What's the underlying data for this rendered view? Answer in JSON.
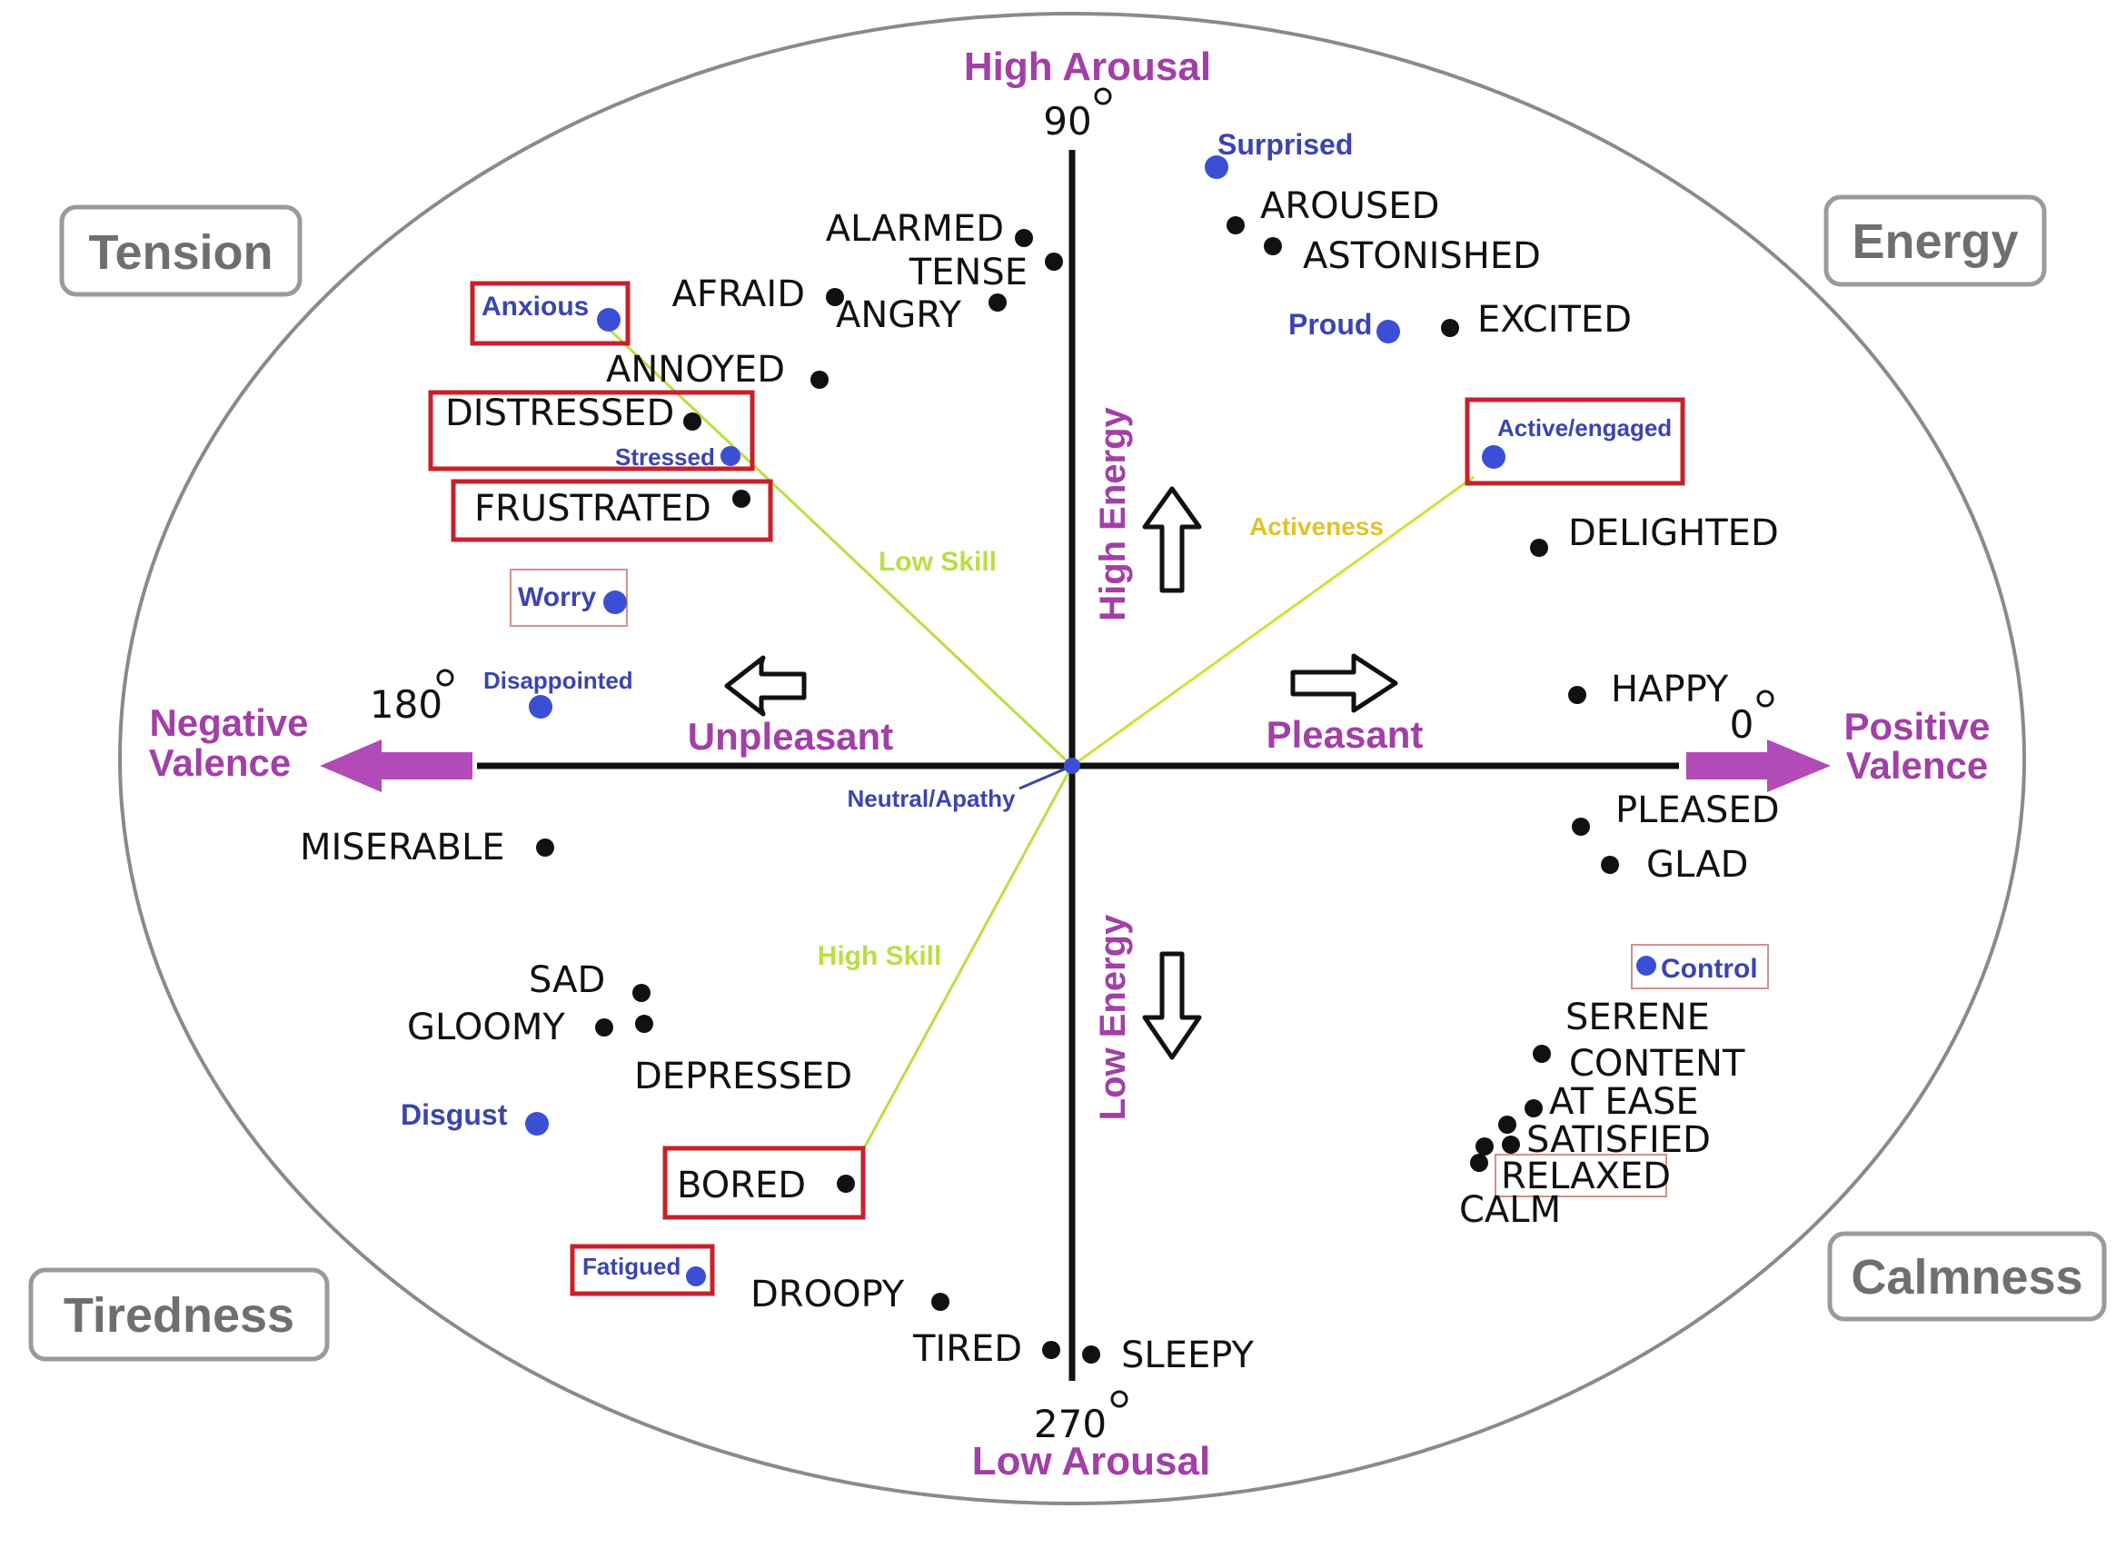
{
  "axes": {
    "top": "High Arousal",
    "bottom": "Low Arousal",
    "left_line1": "Negative",
    "left_line2": "Valence",
    "right_line1": "Positive",
    "right_line2": "Valence",
    "deg_top": "90",
    "deg_left": "180",
    "deg_right": "0",
    "deg_bottom": "270"
  },
  "directions": {
    "unpleasant": "Unpleasant",
    "pleasant": "Pleasant",
    "high_energy": "High Energy",
    "low_energy": "Low Energy"
  },
  "corners": {
    "tension": "Tension",
    "energy": "Energy",
    "tiredness": "Tiredness",
    "calmness": "Calmness"
  },
  "skills": {
    "low_skill": "Low Skill",
    "high_skill": "High Skill",
    "activeness": "Activeness"
  },
  "center_label": "Neutral/Apathy",
  "emotions": {
    "alarmed": "ALARMED",
    "tense": "TENSE",
    "afraid": "AFRAID",
    "angry": "ANGRY",
    "annoyed": "ANNOYED",
    "distressed": "DISTRESSED",
    "frustrated": "FRUSTRATED",
    "aroused": "AROUSED",
    "astonished": "ASTONISHED",
    "excited": "EXCITED",
    "delighted": "DELIGHTED",
    "happy": "HAPPY",
    "pleased": "PLEASED",
    "glad": "GLAD",
    "serene": "SERENE",
    "content": "CONTENT",
    "at_ease": "AT EASE",
    "satisfied": "SATISFIED",
    "relaxed": "RELAXED",
    "calm": "CALM",
    "miserable": "MISERABLE",
    "sad": "SAD",
    "gloomy": "GLOOMY",
    "depressed": "DEPRESSED",
    "bored": "BORED",
    "droopy": "DROOPY",
    "tired": "TIRED",
    "sleepy": "SLEEPY"
  },
  "markers": {
    "surprised": "Surprised",
    "proud": "Proud",
    "active_engaged": "Active/engaged",
    "anxious": "Anxious",
    "stressed": "Stressed",
    "worry": "Worry",
    "disappointed": "Disappointed",
    "disgust": "Disgust",
    "fatigued": "Fatigued",
    "control": "Control"
  },
  "colors": {
    "axis_label": "#a23fa8",
    "marker": "#3b4fd6",
    "marker_text": "#3b44b0",
    "highlight_box": "#c8202a",
    "skill_line": "#b9df43",
    "activeness_line": "#e0c32a",
    "corner_text": "#6f6f6f"
  }
}
